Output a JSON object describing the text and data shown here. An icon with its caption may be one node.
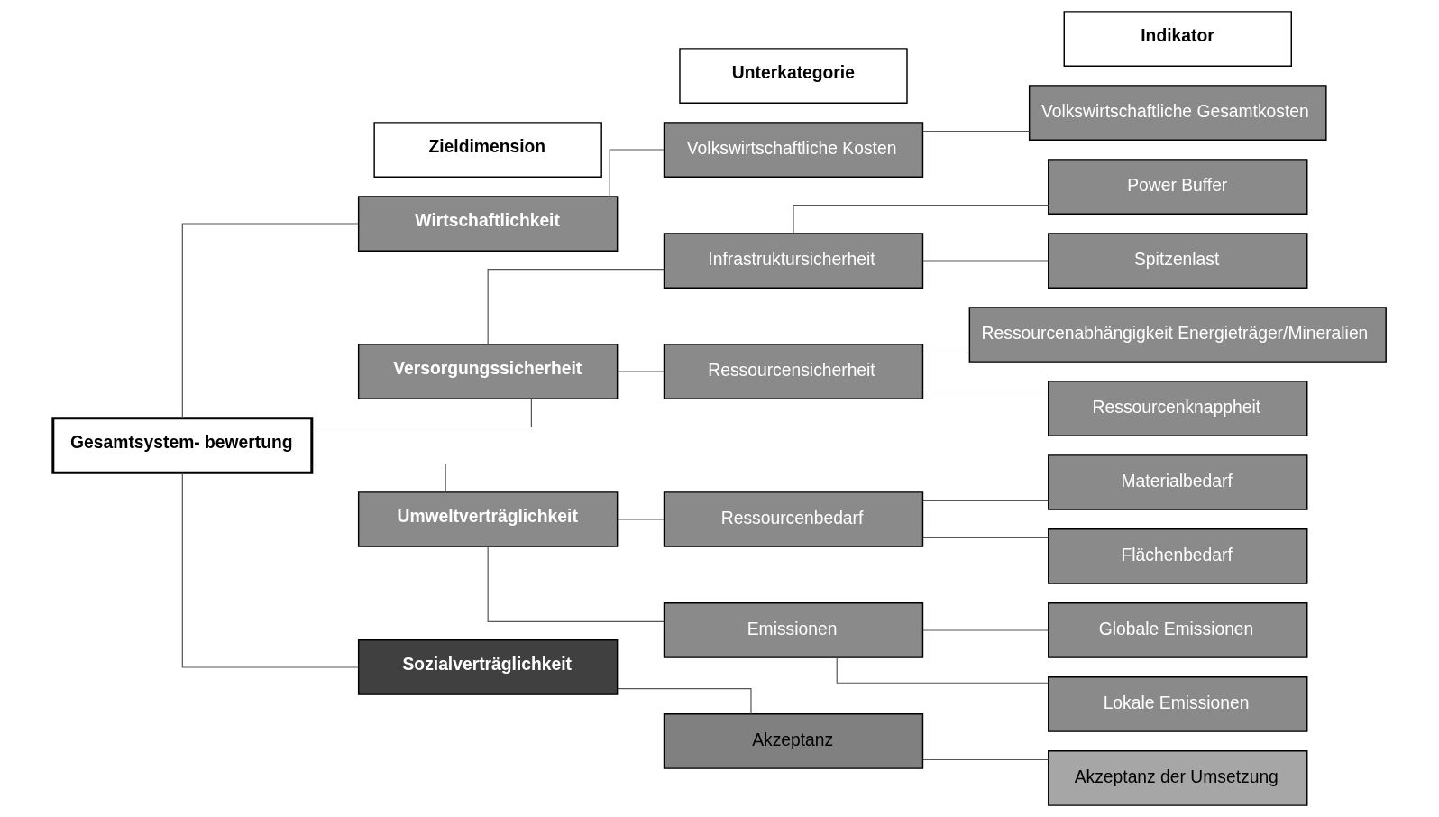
{
  "diagram": {
    "nodes": [
      {
        "text": [
          "Gesamtsystem- bewertung"
        ]
      },
      {
        "text": [
          "Zieldimension"
        ]
      },
      {
        "text": [
          "Unterkategorie"
        ]
      },
      {
        "text": [
          "Indikator"
        ]
      },
      {
        "text": [
          "Wirtschaftlichkeit"
        ]
      },
      {
        "text": [
          "Versorgungssicherheit"
        ]
      },
      {
        "text": [
          "Umweltverträglichkeit"
        ]
      },
      {
        "text": [
          "Sozialverträglichkeit"
        ]
      },
      {
        "text": [
          "Volkswirtschaftliche Kosten"
        ]
      },
      {
        "text": [
          "Infrastruktursicherheit"
        ]
      },
      {
        "text": [
          "Ressourcensicherheit"
        ]
      },
      {
        "text": [
          "Ressourcenbedarf"
        ]
      },
      {
        "text": [
          "Emissionen"
        ]
      },
      {
        "text": [
          "Akzeptanz"
        ]
      },
      {
        "text": [
          "Volkswirtschaftliche Gesamtkosten"
        ]
      },
      {
        "text": [
          "Power Buffer"
        ]
      },
      {
        "text": [
          "Spitzenlast"
        ]
      },
      {
        "text": [
          "Ressourcenabhängigkeit Energieträger/Mineralien"
        ]
      },
      {
        "text": [
          "Ressourcenknappheit"
        ]
      },
      {
        "text": [
          "Materialbedarf"
        ]
      },
      {
        "text": [
          "Flächenbedarf"
        ]
      },
      {
        "text": [
          "Globale Emissionen"
        ]
      },
      {
        "text": [
          "Lokale Emissionen"
        ]
      },
      {
        "text": [
          "Akzeptanz der Umsetzung"
        ]
      }
    ],
    "edges": [
      {
        "from": 0,
        "to": 4,
        "arrow": "none"
      },
      {
        "from": 0,
        "to": 5,
        "arrow": "none"
      },
      {
        "from": 0,
        "to": 6,
        "arrow": "none"
      },
      {
        "from": 0,
        "to": 7,
        "arrow": "none"
      },
      {
        "from": 4,
        "to": 8,
        "arrow": "none"
      },
      {
        "from": 5,
        "to": 9,
        "arrow": "none"
      },
      {
        "from": 5,
        "to": 10,
        "arrow": "none"
      },
      {
        "from": 6,
        "to": 11,
        "arrow": "none"
      },
      {
        "from": 6,
        "to": 12,
        "arrow": "none"
      },
      {
        "from": 7,
        "to": 13,
        "arrow": "none"
      },
      {
        "from": 8,
        "to": 14,
        "arrow": "none"
      },
      {
        "from": 9,
        "to": 15,
        "arrow": "none"
      },
      {
        "from": 9,
        "to": 16,
        "arrow": "none"
      },
      {
        "from": 10,
        "to": 17,
        "arrow": "none"
      },
      {
        "from": 10,
        "to": 18,
        "arrow": "none"
      },
      {
        "from": 11,
        "to": 19,
        "arrow": "none"
      },
      {
        "from": 11,
        "to": 20,
        "arrow": "none"
      },
      {
        "from": 12,
        "to": 21,
        "arrow": "none"
      },
      {
        "from": 12,
        "to": 22,
        "arrow": "none"
      },
      {
        "from": 13,
        "to": 23,
        "arrow": "none"
      }
    ]
  }
}
